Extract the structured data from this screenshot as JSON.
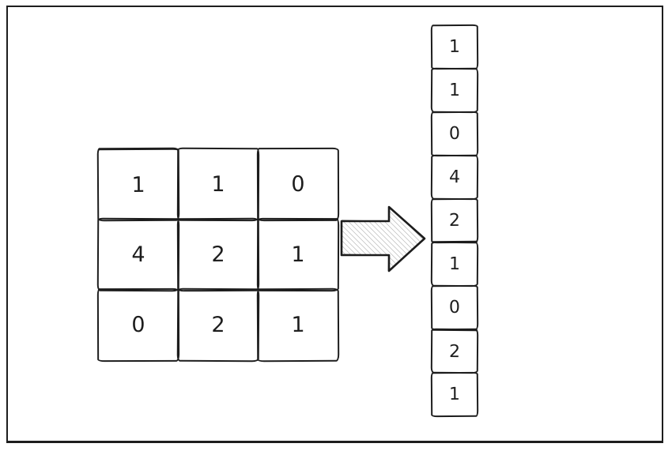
{
  "matrix": {
    "rows": [
      [
        1,
        1,
        0
      ],
      [
        4,
        2,
        1
      ],
      [
        0,
        2,
        1
      ]
    ]
  },
  "vector": {
    "values": [
      1,
      1,
      0,
      4,
      2,
      1,
      0,
      2,
      1
    ]
  },
  "arrow": {
    "icon": "block-arrow-right",
    "fill_style": "diagonal-hatch"
  },
  "colors": {
    "stroke": "#1d1d1d",
    "background": "#ffffff",
    "hatch_lines": "#9b9b9b"
  }
}
